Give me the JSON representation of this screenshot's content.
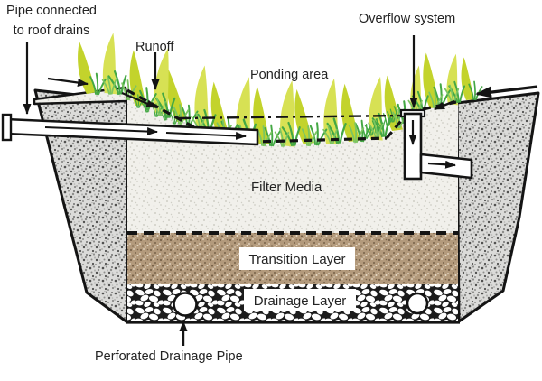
{
  "labels": {
    "pipe_roof_line1": "Pipe connected",
    "pipe_roof_line2": "to roof drains",
    "runoff": "Runoff",
    "ponding": "Ponding area",
    "overflow": "Overflow system",
    "filter_media": "Filter Media",
    "transition": "Transition Layer",
    "drainage": "Drainage Layer",
    "perforated": "Perforated Drainage Pipe"
  },
  "colors": {
    "outline": "#141414",
    "text": "#232323",
    "grass_yellow": "#c3d32c",
    "grass_yellow_light": "#d7e154",
    "grass_green": "#44a844",
    "grass_green_light": "#7cc561",
    "soil_gray_base": "#dbdbd9",
    "soil_gray_dot_dark": "#515150",
    "soil_gray_dot_mid": "#8e8e8c",
    "soil_gray_dot_light": "#b4b4b2",
    "filter_base": "#f1f0eb",
    "filter_dot": "#cfcec6",
    "transition_base": "#b39a7c",
    "transition_dot_dark": "#77624a",
    "transition_dot_light": "#e8dcc9",
    "drainage_base": "#1c1c1c",
    "drainage_stone": "#ffffff",
    "pipe_fill": "#ffffff"
  }
}
